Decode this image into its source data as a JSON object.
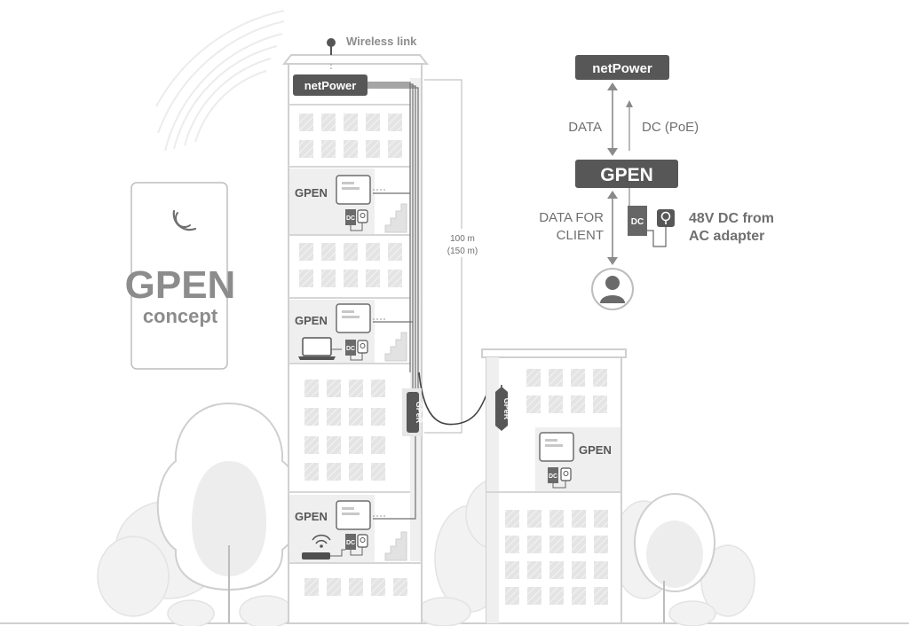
{
  "wireless_link": "Wireless link",
  "roof_device": "netPower",
  "logo": {
    "line1": "GPEN",
    "line2": "concept"
  },
  "distance": {
    "primary": "100 m",
    "secondary": "(150 m)"
  },
  "gpen_units": [
    "GPEN",
    "GPEN",
    "GPEN",
    "GPEN"
  ],
  "dc_badge": "DC",
  "extender": [
    "GPeR",
    "GPeR"
  ],
  "legend": {
    "top_box": "netPower",
    "data": "DATA",
    "dc_poe": "DC (PoE)",
    "middle_box": "GPEN",
    "data_for_client_1": "DATA FOR",
    "data_for_client_2": "CLIENT",
    "dc_badge": "DC",
    "adapter_1": "48V DC from",
    "adapter_2": "AC adapter"
  },
  "colors": {
    "dark": "#575757",
    "mid": "#8a8a8a",
    "light": "#d9d9d9",
    "fill": "#ececec"
  }
}
